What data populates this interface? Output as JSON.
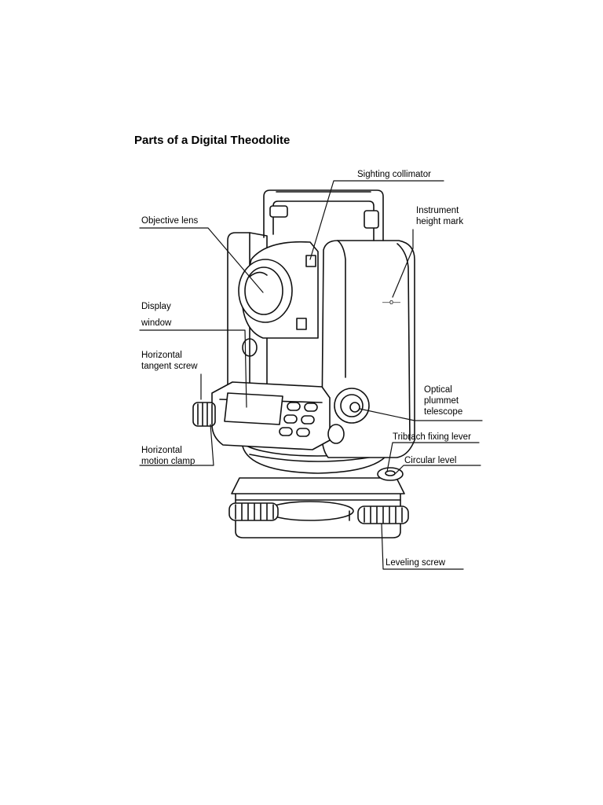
{
  "title": "Parts of a Digital Theodolite",
  "labels": {
    "sighting_collimator": "Sighting collimator",
    "instrument_height_mark_1": "Instrument",
    "instrument_height_mark_2": "height mark",
    "objective_lens": "Objective lens",
    "display_window_1": "Display",
    "display_window_2": "window",
    "horizontal_tangent_screw_1": "Horizontal",
    "horizontal_tangent_screw_2": "tangent screw",
    "optical_plummet_1": "Optical",
    "optical_plummet_2": "plummet",
    "optical_plummet_3": "telescope",
    "tribrach_fixing_lever": "Tribrach fixing lever",
    "circular_level": "Circular  level",
    "horizontal_motion_clamp_1": "Horizontal",
    "horizontal_motion_clamp_2": "motion clamp",
    "leveling_screw": "Leveling screw",
    "height_mark_symbol": "—o—"
  }
}
